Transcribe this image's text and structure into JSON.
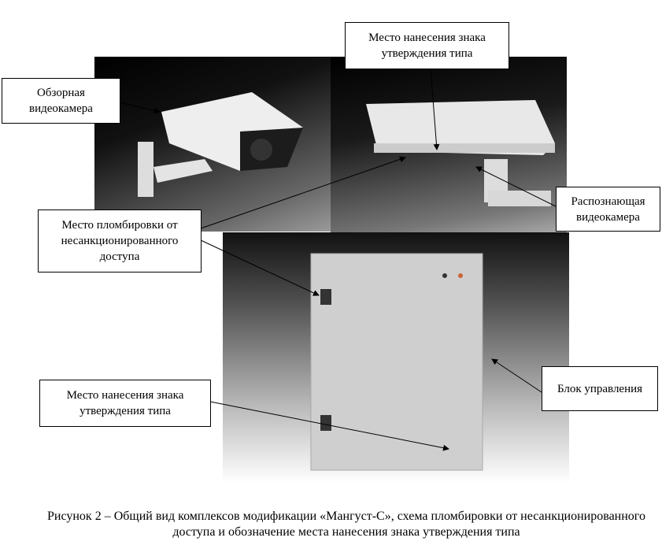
{
  "labels": {
    "overview_camera": "Обзорная видеокамера",
    "mark_place_top": "Место нанесения знака утверждения типа",
    "seal_place": "Место пломбировки от несанкционированного доступа",
    "recognition_camera": "Распознающая видеокамера",
    "control_unit": "Блок управления",
    "mark_place_bottom": "Место нанесения знака утверждения типа"
  },
  "caption": "Рисунок 2 – Общий вид комплексов модификации «Мангуст-С», схема пломбировки от несанкционированного доступа и обозначение места нанесения знака утверждения типа"
}
